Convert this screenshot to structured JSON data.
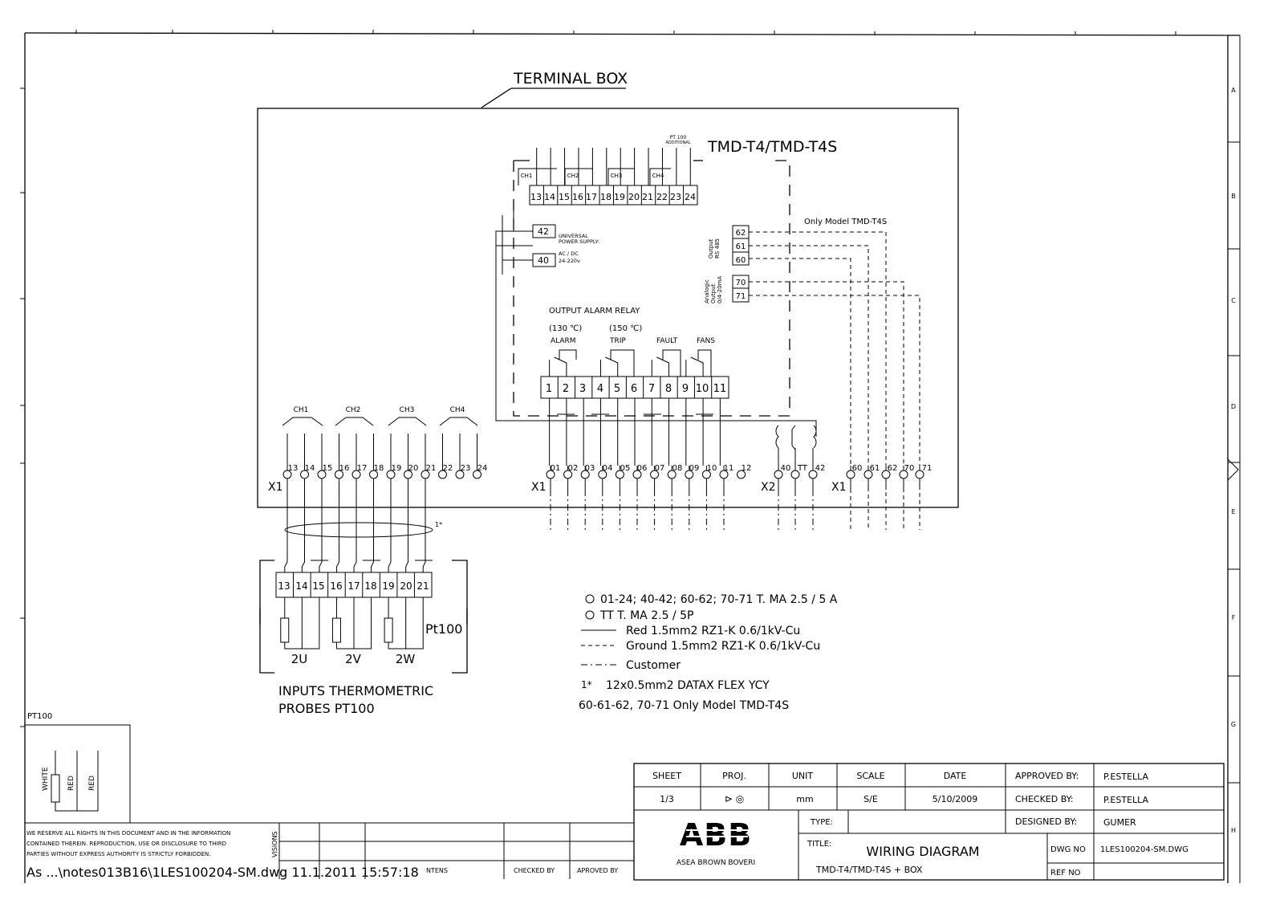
{
  "terminal_box": {
    "title": "TERMINAL BOX"
  },
  "device": {
    "model": "TMD-T4/TMD-T4S",
    "pt100_additional": [
      "PT 100",
      "ADDITIONAL"
    ],
    "ch_labels": [
      "CH1",
      "CH2",
      "CH3",
      "CH4"
    ],
    "top_terminals": [
      "13",
      "14",
      "15",
      "16",
      "17",
      "18",
      "19",
      "20",
      "21",
      "22",
      "23",
      "24"
    ],
    "power_terminals": [
      "42",
      "40"
    ],
    "power_label": [
      "UNIVERSAL",
      "POWER SUPPLY:",
      "AC / DC",
      "24-220v"
    ],
    "only_model": "Only Model TMD-T4S",
    "rs485_terminals": [
      "62",
      "61",
      "60"
    ],
    "rs485_label": [
      "Output",
      "RS 485"
    ],
    "analog_terminals": [
      "70",
      "71"
    ],
    "analog_label": [
      "Analogic",
      "Output",
      "0/4-20mA"
    ],
    "relay_title": "OUTPUT ALARM RELAY",
    "relay_temps": [
      "(130 ℃)",
      "(150 ℃)"
    ],
    "relay_labels": [
      "ALARM",
      "TRIP",
      "FAULT",
      "FANS"
    ],
    "relay_terminals": [
      "1",
      "2",
      "3",
      "4",
      "5",
      "6",
      "7",
      "8",
      "9",
      "10",
      "11"
    ]
  },
  "terminal_strip": {
    "x1_label": "X1",
    "x2_label": "X2",
    "ch_labels": [
      "CH1",
      "CH2",
      "CH3",
      "CH4"
    ],
    "probe_terminals": [
      "13",
      "14",
      "15",
      "16",
      "17",
      "18",
      "19",
      "20",
      "21",
      "22",
      "23",
      "24"
    ],
    "relay_terminals": [
      "01",
      "02",
      "03",
      "04",
      "05",
      "06",
      "07",
      "08",
      "09",
      "10",
      "11",
      "12"
    ],
    "x2_terminals": [
      "40",
      "TT",
      "42"
    ],
    "x1_output_terminals": [
      "60",
      "61",
      "62",
      "70",
      "71"
    ]
  },
  "probes": {
    "cable_note": "1*",
    "terminals": [
      "13",
      "14",
      "15",
      "16",
      "17",
      "18",
      "19",
      "20",
      "21"
    ],
    "sensor_label": "Pt100",
    "phase_labels": [
      "2U",
      "2V",
      "2W"
    ],
    "caption": [
      "INPUTS THERMOMETRIC",
      "PROBES PT100"
    ]
  },
  "legend": {
    "lines": [
      "01-24; 40-42; 60-62; 70-71 T. MA 2.5 / 5 A",
      "TT T. MA 2.5 / 5P",
      "Red 1.5mm2 RZ1-K 0.6/1kV-Cu",
      "Ground 1.5mm2 RZ1-K 0.6/1kV-Cu",
      "Customer",
      "12x0.5mm2 DATAX FLEX YCY",
      "60-61-62, 70-71 Only Model TMD-T4S"
    ],
    "note_marker": "1*"
  },
  "pt100_detail": {
    "title": "PT100",
    "wires": [
      "WHITE",
      "RED",
      "RED"
    ]
  },
  "copyright": {
    "lines": [
      "WE RESERVE ALL RIGHTS IN THIS DOCUMENT AND IN THE INFORMATION",
      "CONTAINED THEREIN. REPRODUCTION, USE OR DISCLOSURE TO THIRD",
      "PARTIES WITHOUT EXPRESS AUTHORITY IS STRICTLY FORBIDDEN."
    ],
    "revisions": "VISIONS",
    "file_path": "As ...\\notes013B16\\1LES100204-SM.dwg 11.1.2011 15:57:18",
    "contents": "NTENS",
    "checked_by": "CHECKED BY",
    "approved_by": "APROVED BY"
  },
  "title_block": {
    "headers": [
      "SHEET",
      "PROJ.",
      "UNIT",
      "SCALE",
      "DATE"
    ],
    "values": [
      "1/3",
      "⊳ ◎",
      "mm",
      "S/E",
      "5/10/2009"
    ],
    "approved_label": "APPROVED BY:",
    "approved_value": "P.ESTELLA",
    "checked_label": "CHECKED BY:",
    "checked_value": "P.ESTELLA",
    "designed_label": "DESIGNED BY:",
    "designed_value": "GUMER",
    "logo_text": "ABB",
    "company": "ASEA BROWN BOVERI",
    "type_label": "TYPE:",
    "title_label": "TITLE:",
    "title_value": "WIRING DIAGRAM",
    "subtitle": "TMD-T4/TMD-T4S + BOX",
    "dwg_label": "DWG NO",
    "dwg_value": "1LES100204-SM.DWG",
    "ref_label": "REF NO"
  },
  "border": {
    "row_letters": [
      "A",
      "B",
      "C",
      "D",
      "E",
      "F",
      "G",
      "H"
    ]
  }
}
